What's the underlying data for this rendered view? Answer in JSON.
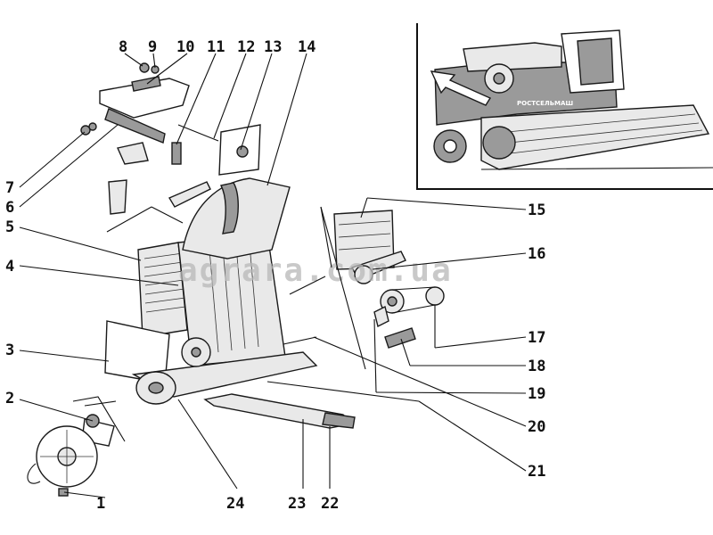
{
  "watermark": "agrara.com.ua",
  "inset": {
    "brand_label": "РОСТСЕЛЬМАШ"
  },
  "callouts": [
    {
      "id": "1",
      "label": "1"
    },
    {
      "id": "2",
      "label": "2"
    },
    {
      "id": "3",
      "label": "3"
    },
    {
      "id": "4",
      "label": "4"
    },
    {
      "id": "5",
      "label": "5"
    },
    {
      "id": "6",
      "label": "6"
    },
    {
      "id": "7",
      "label": "7"
    },
    {
      "id": "8",
      "label": "8"
    },
    {
      "id": "9",
      "label": "9"
    },
    {
      "id": "10",
      "label": "10"
    },
    {
      "id": "11",
      "label": "11"
    },
    {
      "id": "12",
      "label": "12"
    },
    {
      "id": "13",
      "label": "13"
    },
    {
      "id": "14",
      "label": "14"
    },
    {
      "id": "15",
      "label": "15"
    },
    {
      "id": "16",
      "label": "16"
    },
    {
      "id": "17",
      "label": "17"
    },
    {
      "id": "18",
      "label": "18"
    },
    {
      "id": "19",
      "label": "19"
    },
    {
      "id": "20",
      "label": "20"
    },
    {
      "id": "21",
      "label": "21"
    },
    {
      "id": "22",
      "label": "22"
    },
    {
      "id": "23",
      "label": "23"
    },
    {
      "id": "24",
      "label": "24"
    }
  ]
}
